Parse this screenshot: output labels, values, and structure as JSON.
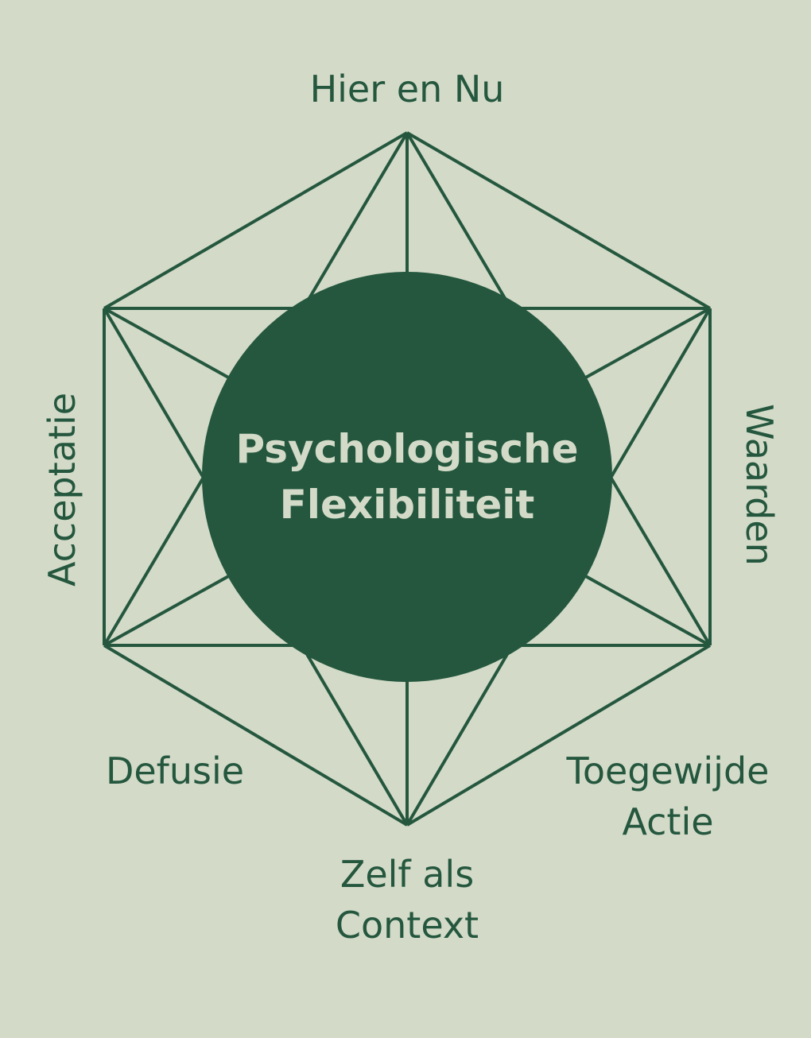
{
  "colors": {
    "background": "#d3dbc8",
    "primary": "#25573f"
  },
  "center": {
    "line1": "Psychologische",
    "line2": "Flexibiliteit"
  },
  "labels": {
    "top": "Hier en Nu",
    "left": "Acceptatie",
    "right": "Waarden",
    "bottom_left": "Defusie",
    "bottom_right_1": "Toegewijde",
    "bottom_right_2": "Actie",
    "bottom_1": "Zelf als",
    "bottom_2": "Context"
  }
}
